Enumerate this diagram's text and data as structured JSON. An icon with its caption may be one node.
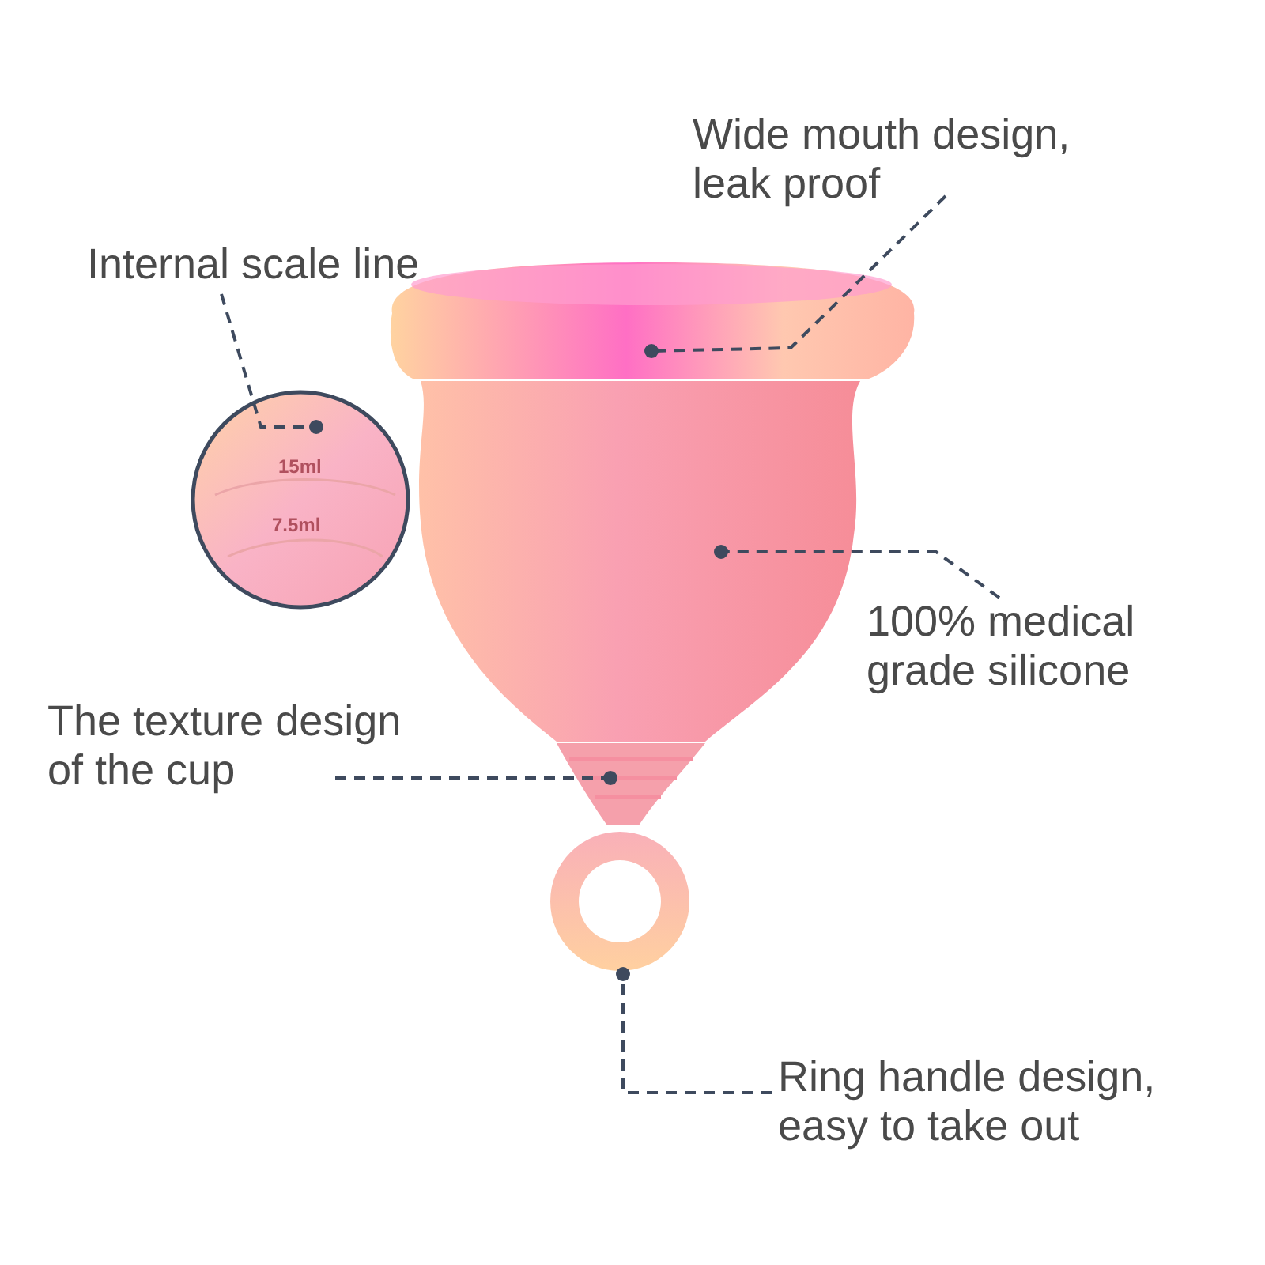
{
  "diagram": {
    "nodes": [
      {
        "text": [
          "Wide mouth design, leak proof"
        ]
      },
      {
        "text": [
          "Internal scale line"
        ]
      },
      {
        "text": [],
        "shape": "picture"
      },
      {
        "text": [],
        "shape": "circle"
      },
      {
        "text": [],
        "shape": "picture"
      },
      {
        "text": [
          "100% medical grade silicone"
        ]
      },
      {
        "text": [
          "The texture design of the cup"
        ]
      },
      {
        "text": [],
        "shape": "picture"
      },
      {
        "text": [],
        "shape": "picture"
      },
      {
        "text": [
          "Ring handle design, easy to take out"
        ]
      }
    ],
    "edges": [
      {
        "from": 0,
        "to": 2,
        "arrow": "other",
        "style": "dashed"
      },
      {
        "from": 1,
        "to": 3,
        "arrow": "other",
        "style": "dashed"
      },
      {
        "from": 5,
        "to": 4,
        "arrow": "other",
        "style": "dashed"
      },
      {
        "from": 6,
        "to": 7,
        "arrow": "other",
        "style": "dashed"
      },
      {
        "from": 9,
        "to": 8,
        "arrow": "other",
        "style": "dashed"
      }
    ],
    "labels": [
      "15ml",
      "7.5ml"
    ]
  }
}
